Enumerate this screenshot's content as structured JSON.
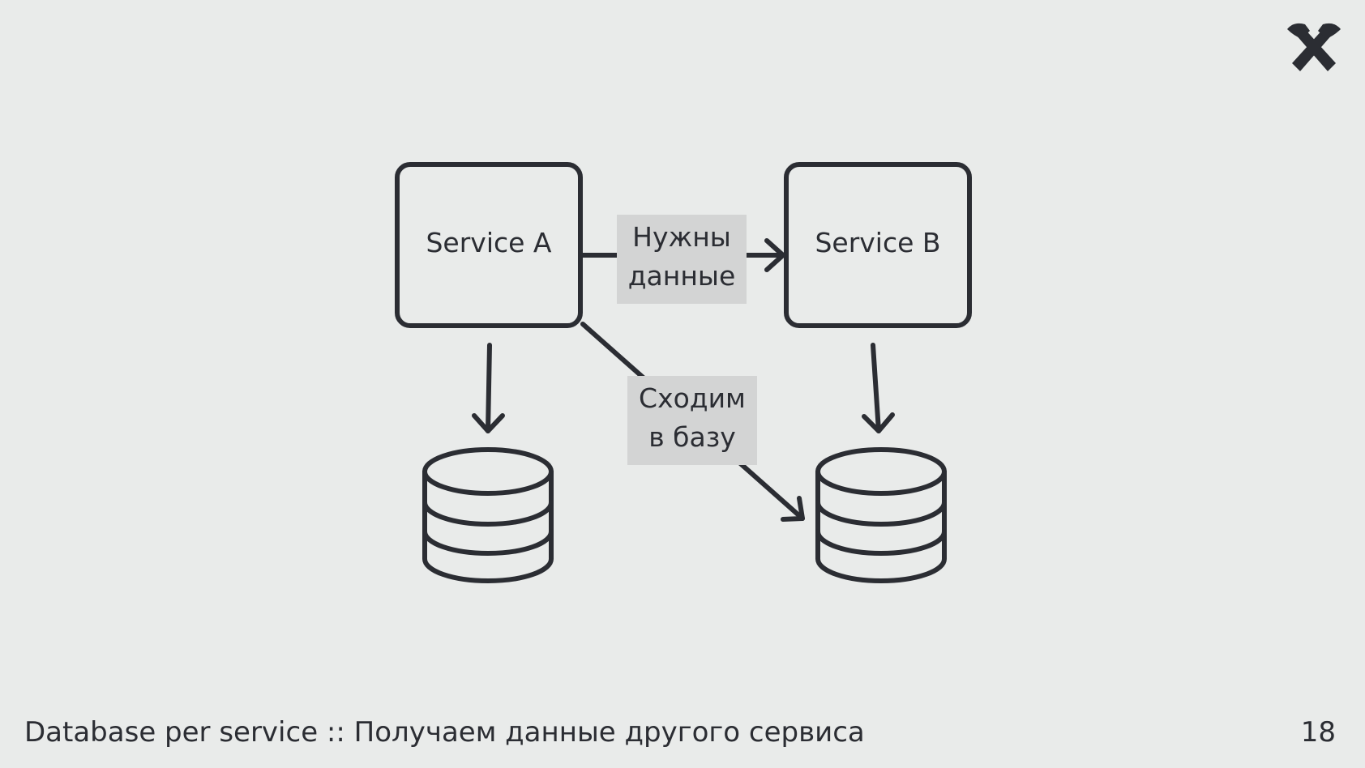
{
  "diagram": {
    "nodes": [
      {
        "id": "service-a",
        "label": "Service A"
      },
      {
        "id": "service-b",
        "label": "Service B"
      },
      {
        "id": "db-a",
        "label": ""
      },
      {
        "id": "db-b",
        "label": ""
      }
    ],
    "edges": [
      {
        "from": "service-a",
        "to": "service-b",
        "label_line1": "Нужны",
        "label_line2": "данные"
      },
      {
        "from": "service-a",
        "to": "db-b",
        "label_line1": "Сходим",
        "label_line2": "в базу"
      },
      {
        "from": "service-a",
        "to": "db-a",
        "label": ""
      },
      {
        "from": "service-b",
        "to": "db-b",
        "label": ""
      }
    ]
  },
  "footer": {
    "title": "Database per service :: Получаем данные другого сервиса",
    "page_number": "18"
  },
  "logo": {
    "icon": "crossed-hammers-icon"
  },
  "colors": {
    "background": "#e9ebea",
    "stroke": "#2b2d33",
    "label_bg": "#d3d4d4"
  }
}
